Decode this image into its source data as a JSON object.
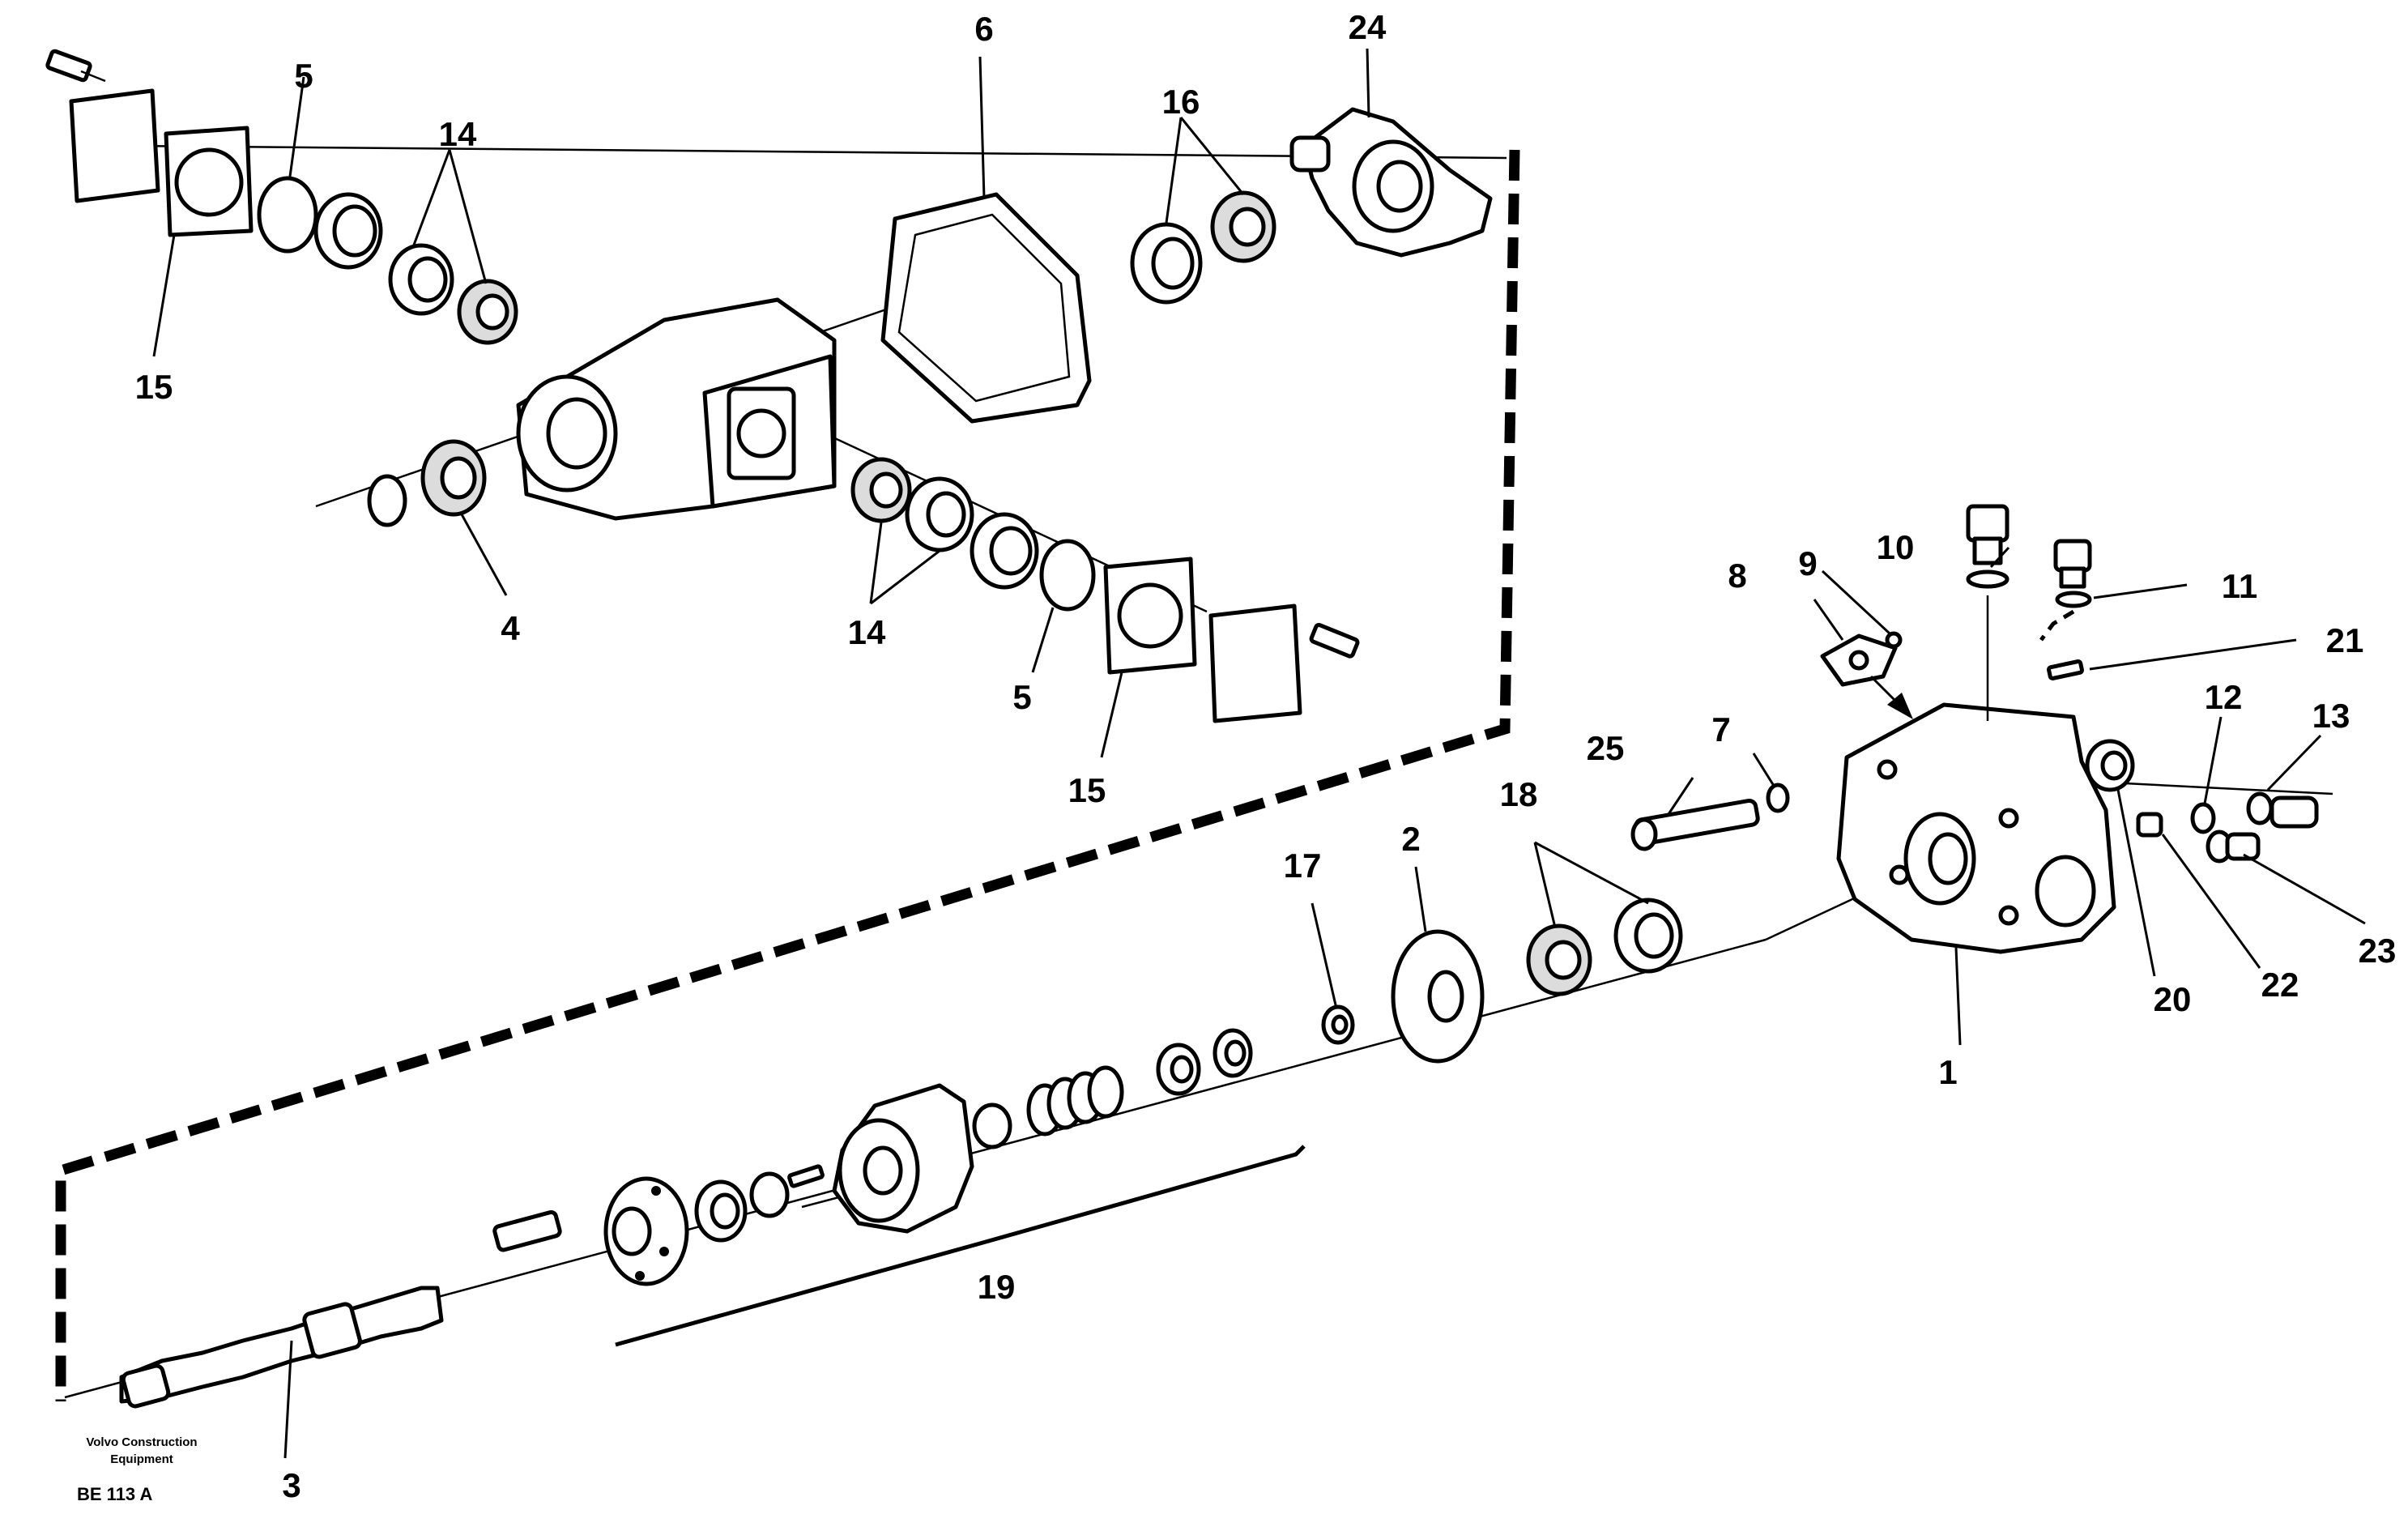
{
  "drawing": {
    "publisher_line1": "Volvo Construction",
    "publisher_line2": "Equipment",
    "reference": "BE 113 A"
  },
  "callouts": [
    {
      "id": "c1",
      "text": "1"
    },
    {
      "id": "c2",
      "text": "2"
    },
    {
      "id": "c3",
      "text": "3"
    },
    {
      "id": "c4",
      "text": "4"
    },
    {
      "id": "c5a",
      "text": "5"
    },
    {
      "id": "c5b",
      "text": "5"
    },
    {
      "id": "c6",
      "text": "6"
    },
    {
      "id": "c7",
      "text": "7"
    },
    {
      "id": "c8",
      "text": "8"
    },
    {
      "id": "c9",
      "text": "9"
    },
    {
      "id": "c10",
      "text": "10"
    },
    {
      "id": "c11",
      "text": "11"
    },
    {
      "id": "c12",
      "text": "12"
    },
    {
      "id": "c13",
      "text": "13"
    },
    {
      "id": "c14a",
      "text": "14"
    },
    {
      "id": "c14b",
      "text": "14"
    },
    {
      "id": "c15a",
      "text": "15"
    },
    {
      "id": "c15b",
      "text": "15"
    },
    {
      "id": "c16",
      "text": "16"
    },
    {
      "id": "c17",
      "text": "17"
    },
    {
      "id": "c18",
      "text": "18"
    },
    {
      "id": "c19",
      "text": "19"
    },
    {
      "id": "c20",
      "text": "20"
    },
    {
      "id": "c21",
      "text": "21"
    },
    {
      "id": "c22",
      "text": "22"
    },
    {
      "id": "c23",
      "text": "23"
    },
    {
      "id": "c24",
      "text": "24"
    },
    {
      "id": "c25",
      "text": "25"
    }
  ]
}
